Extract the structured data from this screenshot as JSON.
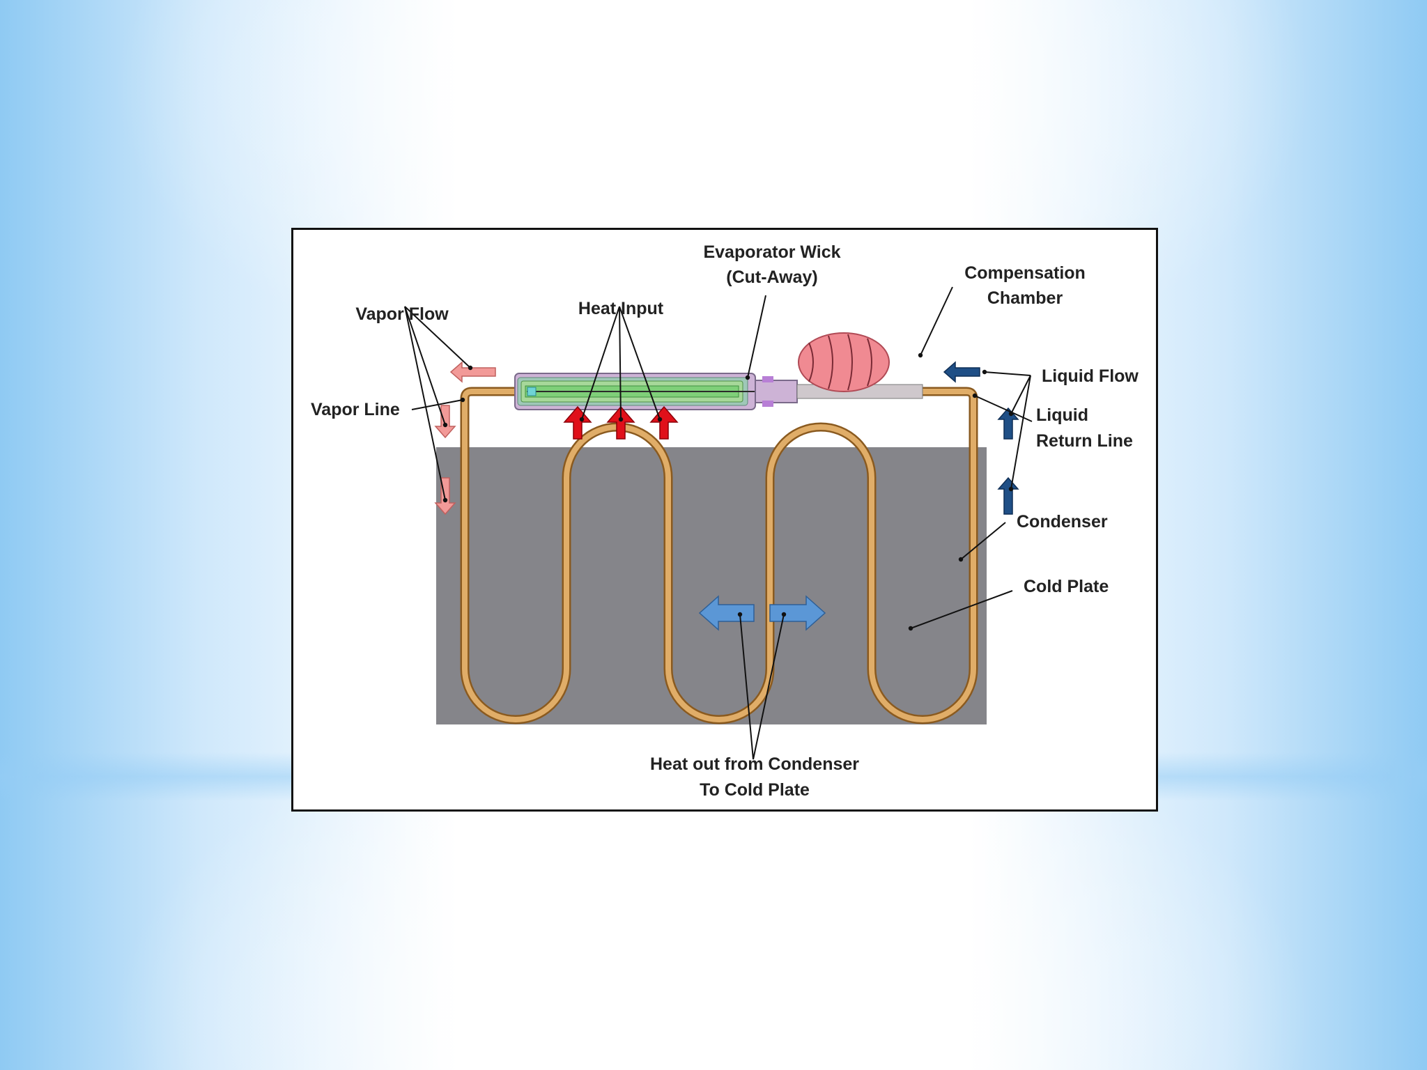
{
  "labels": {
    "evaporator_wick": [
      "Evaporator Wick",
      "(Cut-Away)"
    ],
    "compensation_chamber": [
      "Compensation",
      "Chamber"
    ],
    "heat_input": "Heat Input",
    "vapor_flow": "Vapor Flow",
    "vapor_line": "Vapor Line",
    "liquid_flow": "Liquid Flow",
    "liquid_return_line": [
      "Liquid",
      "Return Line"
    ],
    "condenser": "Condenser",
    "cold_plate": "Cold Plate",
    "heat_out": [
      "Heat out from Condenser",
      "To Cold Plate"
    ]
  },
  "colors": {
    "cold_plate": "#85858a",
    "tube": "#d39a52",
    "heat_arrow": "#e0101a",
    "vapor_arrow": "#f29a98",
    "liquid_arrow": "#1f4f86",
    "heat_out_arrow": "#5b97d6",
    "chamber": "#f08a92"
  }
}
